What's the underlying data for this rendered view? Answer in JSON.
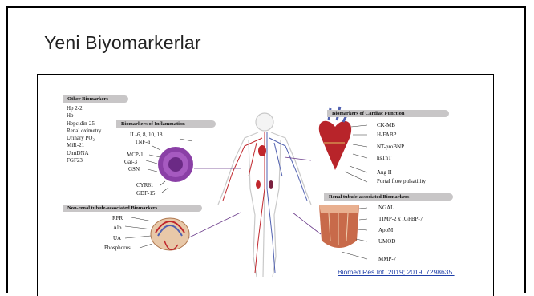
{
  "slide": {
    "title": "Yeni Biyomarkerlar",
    "reference": "Biomed Res Int. 2019; 2019: 7298635."
  },
  "panels": {
    "other": {
      "heading": "Other Biomarkers",
      "items": [
        "Hp 2-2",
        "Hb",
        "Hepcidin-25",
        "Renal oximetry",
        "Urinary PO₂",
        "MiR-21",
        "UmtDNA",
        "FGF23"
      ]
    },
    "inflammation": {
      "heading": "Biomarkers of Inflammation",
      "labels": [
        "IL-6, 8, 10, 18",
        "TNF-α",
        "MCP-1",
        "Gal-3",
        "GSN",
        "CYR61",
        "GDF-15"
      ]
    },
    "non_renal": {
      "heading": "Non-renal tubule-associated Biomarkers",
      "labels": [
        "RFR",
        "Alb",
        "UA",
        "Phosphorus"
      ]
    },
    "cardiac": {
      "heading": "Biomarkers of Cardiac Function",
      "labels": [
        "CK-MB",
        "H-FABP",
        "NT-proBNP",
        "hsTnT",
        "Ang II",
        "Portal flow pulsatility"
      ]
    },
    "renal": {
      "heading": "Renal tubule-associated Biomarkers",
      "labels": [
        "NGAL",
        "TIMP-2 x IGFBP-7",
        "ApoM",
        "UMOD",
        "MMP-7"
      ]
    }
  },
  "colors": {
    "banner": "#c8c6c7",
    "link": "#1f3fa8",
    "artery": "#c0262c",
    "vein": "#5060b0",
    "cell": "#8a3fa6"
  }
}
